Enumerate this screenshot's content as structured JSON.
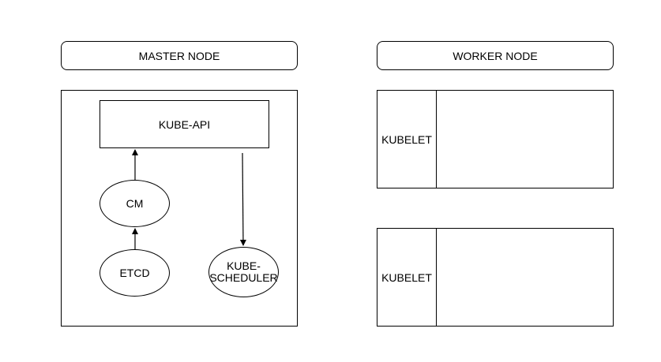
{
  "master": {
    "header": "MASTER NODE",
    "kube_api": "KUBE-API",
    "cm": "CM",
    "etcd": "ETCD",
    "scheduler_line1": "KUBE-",
    "scheduler_line2": "SCHEDULER"
  },
  "worker": {
    "header": "WORKER NODE",
    "nodes": [
      {
        "kubelet": "KUBELET"
      },
      {
        "kubelet": "KUBELET"
      }
    ]
  }
}
